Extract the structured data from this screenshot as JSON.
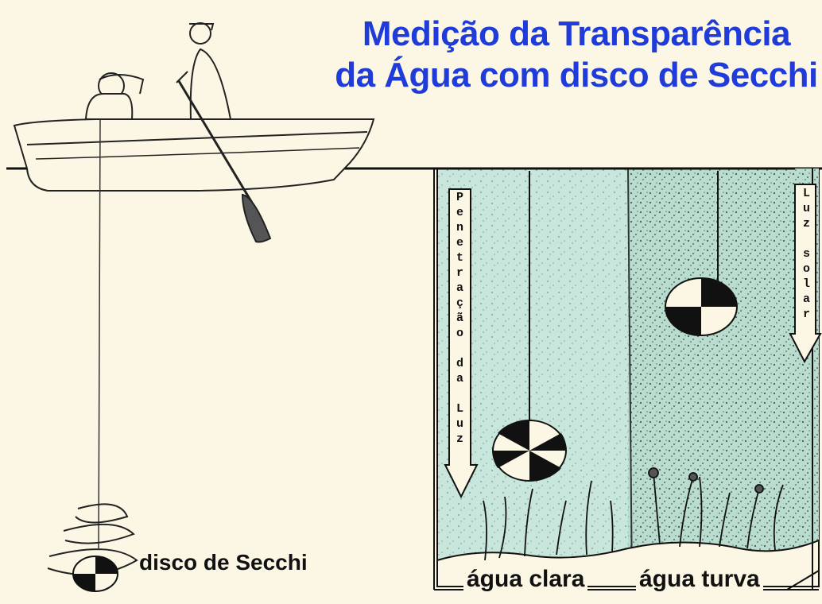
{
  "title": {
    "line1": "Medição da Transparência",
    "line2": "da Água com disco de Secchi"
  },
  "labels": {
    "disc": "disco de Secchi",
    "clear_water": "água clara",
    "turbid_water": "água turva",
    "light_penetration": "Penetração da Luz",
    "sunlight": "Luz solar"
  },
  "colors": {
    "title": "#1f3bd9",
    "background": "#fbf7e4",
    "water": "#c9e6dc",
    "line": "#111111"
  }
}
